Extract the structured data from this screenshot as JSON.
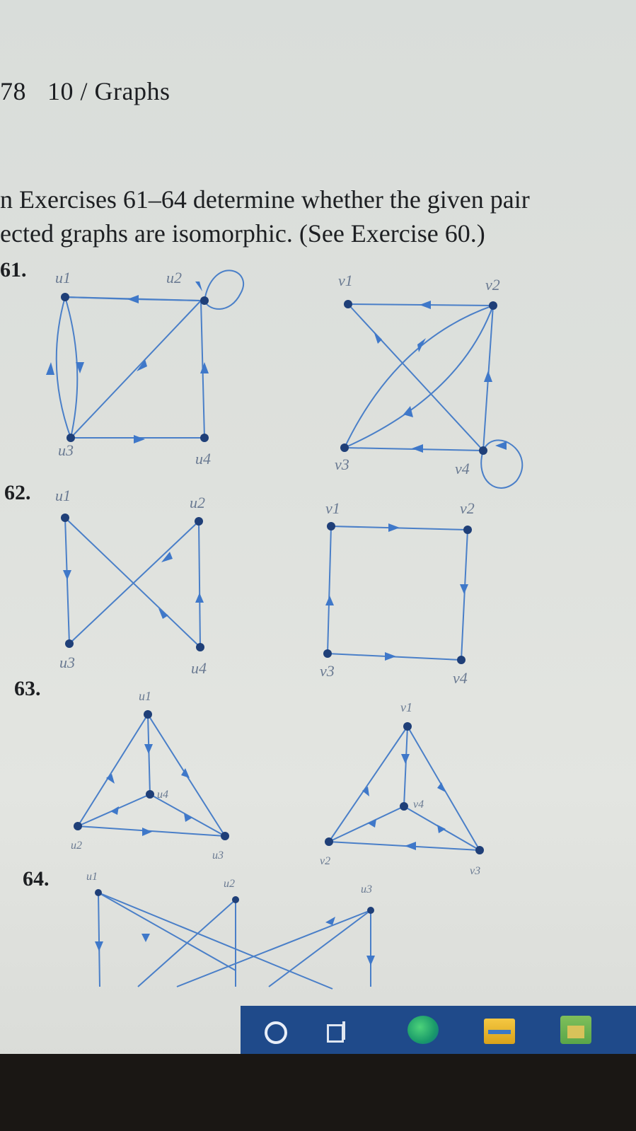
{
  "header": {
    "page_number": "78",
    "chapter": "10 / Graphs"
  },
  "intro": {
    "line1": "n Exercises 61–64 determine whether the given pair",
    "line2": "ected graphs are isomorphic. (See Exercise 60.)"
  },
  "exercises": {
    "ex61": "61.",
    "ex62": "62.",
    "ex63": "63.",
    "ex64": "64."
  },
  "labels": {
    "u1": "u1",
    "u2": "u2",
    "u3": "u3",
    "u4": "u4",
    "v1": "v1",
    "v2": "v2",
    "v3": "v3",
    "v4": "v4"
  },
  "taskbar": {
    "icons": [
      "search-circle-icon",
      "task-view-icon",
      "edge-browser-icon",
      "file-explorer-icon",
      "store-icon"
    ]
  },
  "colors": {
    "edge": "#3f78c9",
    "vertex": "#1f3f78",
    "taskbar": "#1f4a8a"
  }
}
